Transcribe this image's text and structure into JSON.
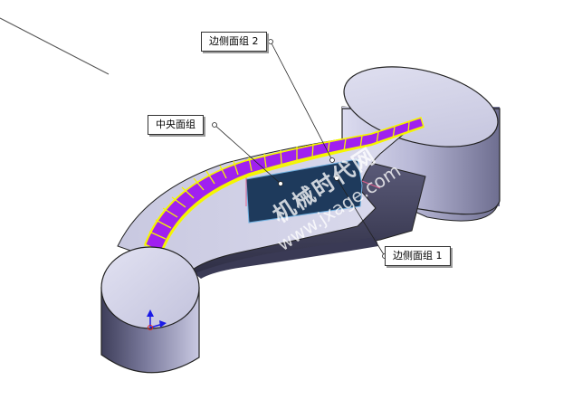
{
  "callouts": {
    "center_face_group": "中央面组",
    "side_face_group_2": "边侧面组 2",
    "side_face_group_1": "边侧面组 1"
  },
  "watermark": {
    "site_name": "机械时代网",
    "url": "www.jxage.com"
  },
  "colors": {
    "background": "#ffffff",
    "body_light": "#d4d4ea",
    "body_dark": "#4a4a68",
    "highlight_purple": "#a020f0",
    "highlight_yellow": "#f5f500",
    "selected_face": "#1e3a5c",
    "triad_blue": "#1a1ae6"
  }
}
